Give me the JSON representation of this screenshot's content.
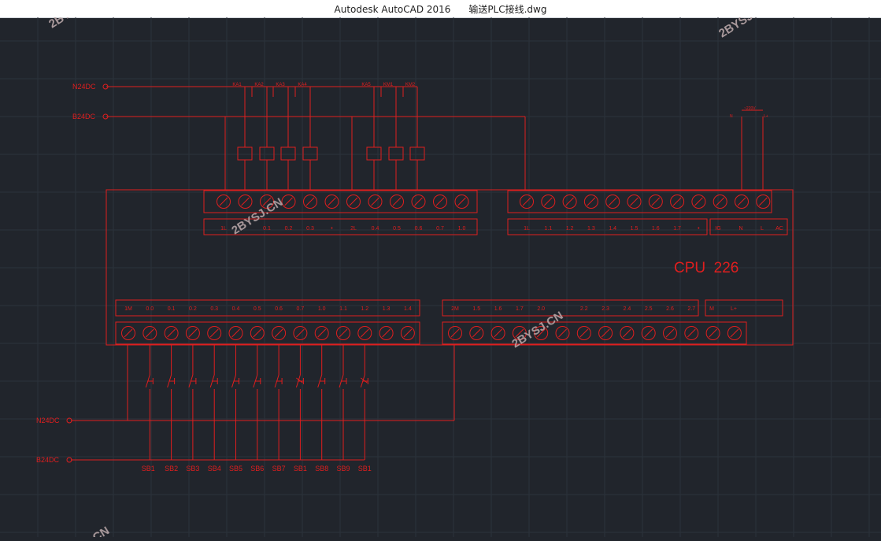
{
  "window": {
    "app_name": "Autodesk AutoCAD 2016",
    "file_name": "输送PLC接线.dwg"
  },
  "colors": {
    "background": "#21252c",
    "grid": "#2c323b",
    "wire": "#e01e1e",
    "watermark": "#b9a7a9"
  },
  "rails": {
    "n24_top": "N24DC",
    "b24_top": "B24DC",
    "n24_bottom": "N24DC",
    "b24_bottom": "B24DC"
  },
  "relays": [
    "KA1",
    "KA2",
    "KA3",
    "KA4",
    "KA5",
    "KM1",
    "KM2"
  ],
  "output_labels_left": [
    "1L",
    "",
    "0.1",
    "0.2",
    "0.3",
    "•",
    "2L",
    "0.4",
    "0.5",
    "0.6",
    "0.7",
    "1.0"
  ],
  "output_labels_right": [
    "1L",
    "1.1",
    "1.2",
    "1.3",
    "1.4",
    "1.5",
    "1.6",
    "1.7",
    "•"
  ],
  "power_labels": [
    "IG",
    "N",
    "L",
    "AC"
  ],
  "cpu_label": "CPU  226",
  "supply": {
    "voltage": "~220V",
    "n": "N",
    "l": "L+"
  },
  "input_labels_left": [
    "1M",
    "0.0",
    "0.1",
    "0.2",
    "0.3",
    "0.4",
    "0.5",
    "0.6",
    "0.7",
    "1.0",
    "1.1",
    "1.2",
    "1.3",
    "1.4"
  ],
  "input_labels_right": [
    "2M",
    "1.5",
    "1.6",
    "1.7",
    "2.0",
    "",
    "2.2",
    "2.3",
    "2.4",
    "2.5",
    "2.6",
    "2.7"
  ],
  "sensor_out_labels": [
    "M",
    "L+"
  ],
  "switch_labels": [
    "SB1",
    "SB2",
    "SB3",
    "SB4",
    "SB5",
    "SB6",
    "SB7",
    "SB1",
    "SB8",
    "SB9",
    "SB1"
  ],
  "watermark": "2BYSJ.CN",
  "watermark_fragments": [
    "2BYS",
    "2BYSJ.",
    ".CN"
  ]
}
